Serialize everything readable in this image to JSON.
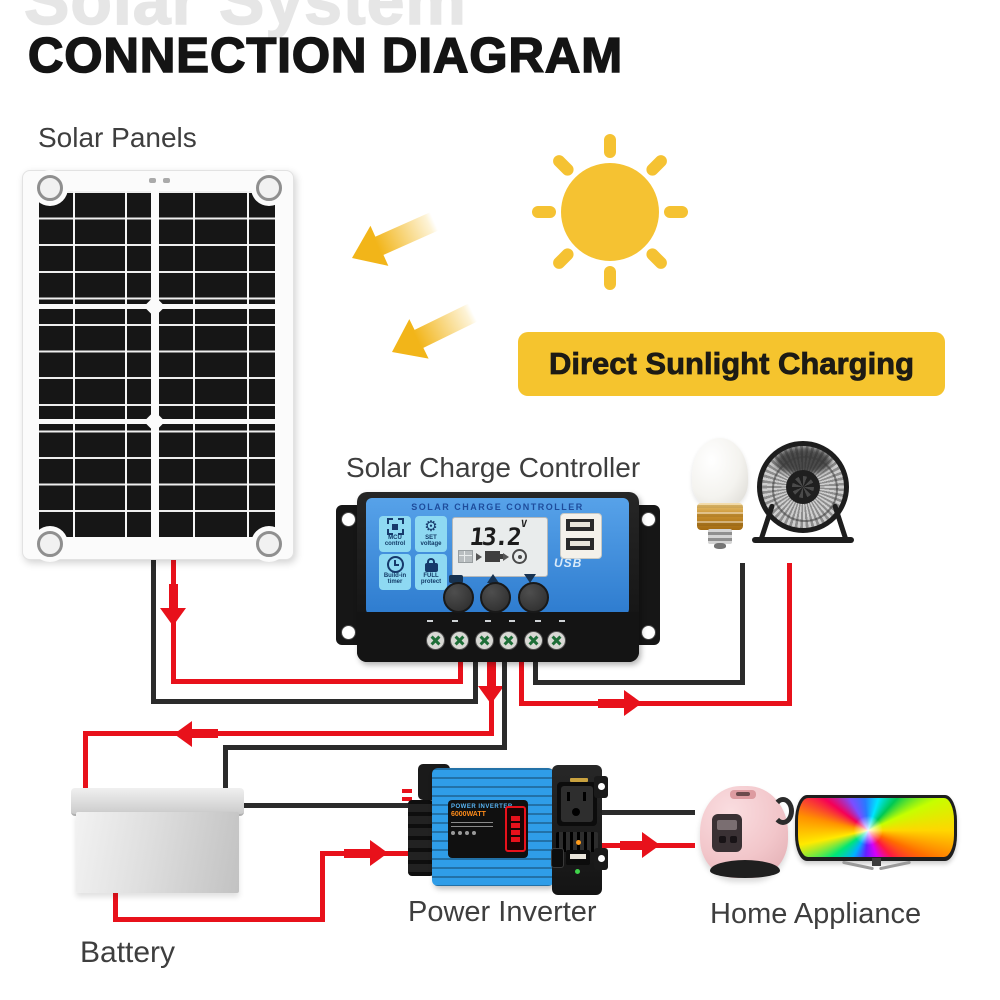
{
  "watermark": "Solar System",
  "heading": "CONNECTION DIAGRAM",
  "sections": {
    "solar_panels": "Solar Panels",
    "controller": "Solar Charge Controller",
    "battery": "Battery",
    "inverter": "Power Inverter",
    "appliance": "Home Appliance"
  },
  "banner": {
    "text": "Direct Sunlight Charging"
  },
  "controller_device": {
    "title": "SOLAR CHARGE CONTROLLER",
    "lcd_value": "13.2",
    "lcd_unit": "V",
    "usb_label": "USB",
    "features": [
      {
        "label": "MCU control"
      },
      {
        "label": "SET voltage"
      },
      {
        "label": "Build-in timer"
      },
      {
        "label": "FULL protect"
      }
    ]
  },
  "inverter_device": {
    "line1": "POWER INVERTER",
    "line2": "6000WATT"
  },
  "colors": {
    "accent_yellow": "#F5C42E",
    "wire_red": "#E8111B",
    "wire_black": "#2B2B2B",
    "controller_blue": "#3E8EDC",
    "inverter_blue": "#2F9DE8",
    "cooker_pink": "#F2C6CA",
    "watermark_gray": "#E6E6E6"
  },
  "icons": {
    "sun": "sun-icon",
    "sunlight_arrows": "sunlight-arrow-icon",
    "bulb": "light-bulb-icon",
    "fan": "fan-icon",
    "chip": "chip-icon",
    "gear": "gear-icon",
    "clock": "clock-icon",
    "lock": "lock-icon",
    "usb": "usb-icon"
  }
}
